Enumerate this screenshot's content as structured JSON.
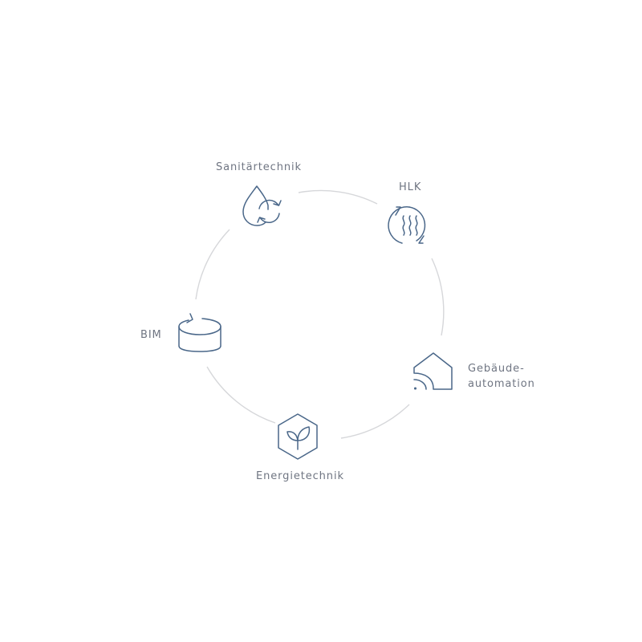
{
  "colors": {
    "ring": "#d6d7da",
    "icon": "#4a6789",
    "label": "#6f7582",
    "background": "#ffffff"
  },
  "nodes": {
    "sanitaertechnik": {
      "label": "Sanitärtechnik",
      "icon": "water-drop-cycle-icon"
    },
    "hlk": {
      "label": "HLK",
      "icon": "heat-cycle-icon"
    },
    "gebaeudeautomation": {
      "line1": "Gebäude-",
      "line2": "automation",
      "icon": "smart-house-icon"
    },
    "energietechnik": {
      "label": "Energietechnik",
      "icon": "hexagon-sprout-icon"
    },
    "bim": {
      "label": "BIM",
      "icon": "cylinder-cycle-icon"
    }
  }
}
